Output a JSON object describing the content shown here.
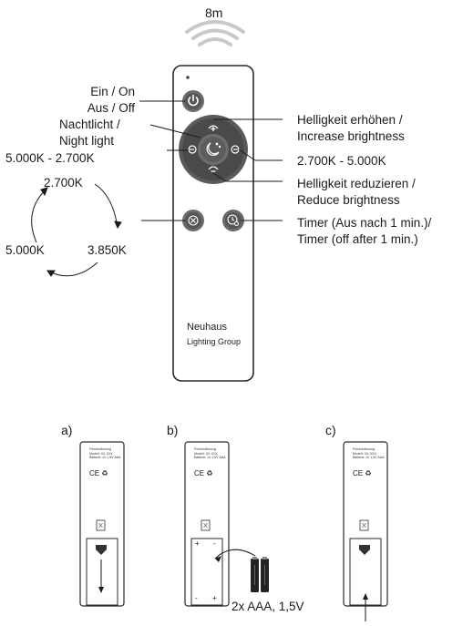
{
  "range_label": "8m",
  "labels": {
    "on_off": [
      "Ein / On",
      "Aus / Off"
    ],
    "night_light": [
      "Nachtlicht /",
      "Night light"
    ],
    "warm_to_cold_left": "5.000K - 2.700K",
    "brightness_up": [
      "Helligkeit erhöhen /",
      "Increase brightness"
    ],
    "cold_to_warm_right": "2.700K - 5.000K",
    "brightness_down": [
      "Helligkeit reduzieren /",
      "Reduce brightness"
    ],
    "timer": [
      "Timer (Aus nach 1 min.)/",
      "Timer (off after 1 min.)"
    ]
  },
  "cycle": {
    "top": "2.700K",
    "left": "5.000K",
    "right": "3.850K"
  },
  "brand": {
    "name": "Neuhaus",
    "sub": "Lighting Group"
  },
  "panels": [
    {
      "label": "a)"
    },
    {
      "label": "b)",
      "battery_note": "2x AAA, 1,5V"
    },
    {
      "label": "c)"
    }
  ],
  "back_label_lines": [
    "Fernbedienung",
    "Modell: XX-XXX",
    "Batterie: 2x 1,5V AAA"
  ],
  "battery_polarity": {
    "top_left": "+",
    "top_right": "-",
    "bottom_left": "-",
    "bottom_right": "+"
  }
}
